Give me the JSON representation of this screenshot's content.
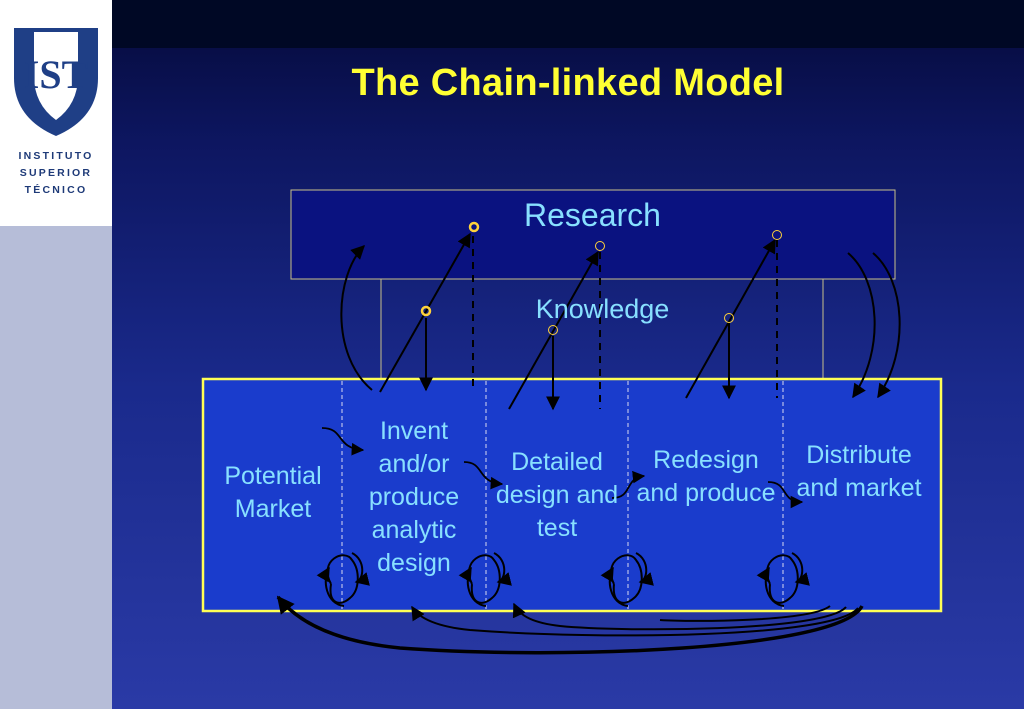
{
  "logo": {
    "line1": "INSTITUTO",
    "line2": "SUPERIOR",
    "line3": "TÉCNICO",
    "emblem_text": "IST"
  },
  "slide": {
    "title": "The Chain-linked Model"
  },
  "diagram": {
    "research_label": "Research",
    "knowledge_label": "Knowledge",
    "stages": [
      "Potential Market",
      "Invent and/or produce analytic design",
      "Detailed design and test",
      "Redesign and produce",
      "Distribute and market"
    ]
  },
  "colors": {
    "title": "#ffff33",
    "box_border": "#ffff55",
    "label": "#88e0ff",
    "research_fill": "#0a1280"
  }
}
